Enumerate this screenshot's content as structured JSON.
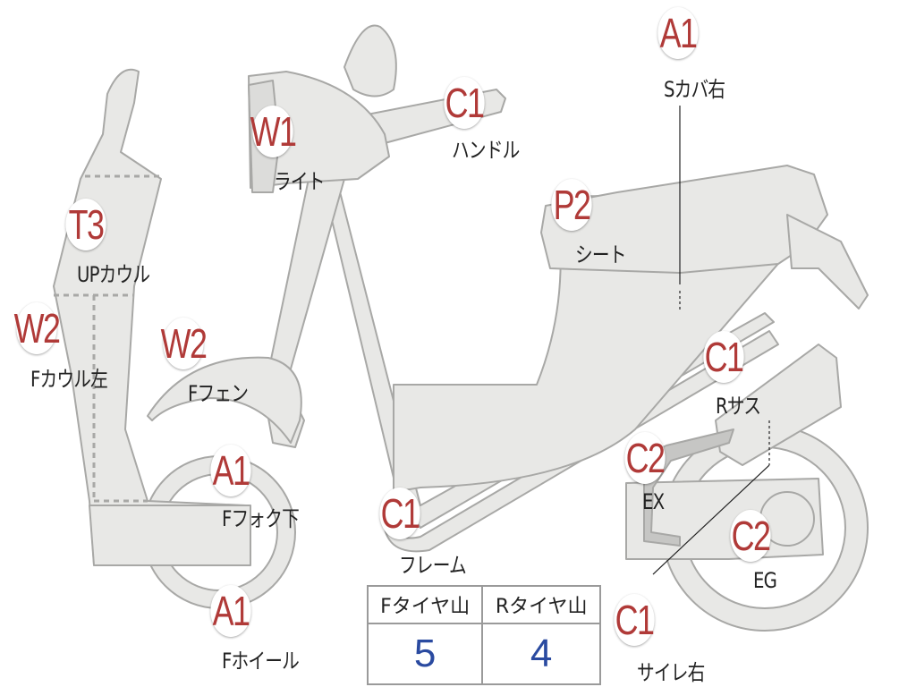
{
  "colors": {
    "body_fill": "#e8e8e6",
    "outline": "#a8a8a6",
    "badge_text": "#b03a38",
    "tire_value": "#2a4aa0"
  },
  "parts": [
    {
      "id": "s-cover-right",
      "grade": "A1",
      "label": "Sカバ右"
    },
    {
      "id": "handle",
      "grade": "C1",
      "label": "ハンドル"
    },
    {
      "id": "light",
      "grade": "W1",
      "label": "ライト"
    },
    {
      "id": "seat",
      "grade": "P2",
      "label": "シート"
    },
    {
      "id": "up-cowl",
      "grade": "T3",
      "label": "UPカウル"
    },
    {
      "id": "f-cowl-left",
      "grade": "W2",
      "label": "Fカウル左"
    },
    {
      "id": "f-fender",
      "grade": "W2",
      "label": "Fフェン"
    },
    {
      "id": "r-suspension",
      "grade": "C1",
      "label": "Rサス"
    },
    {
      "id": "exhaust",
      "grade": "C2",
      "label": "EX"
    },
    {
      "id": "f-fork-lower",
      "grade": "A1",
      "label": "Fフォク下"
    },
    {
      "id": "frame",
      "grade": "C1",
      "label": "フレーム"
    },
    {
      "id": "engine",
      "grade": "C2",
      "label": "EG"
    },
    {
      "id": "f-wheel",
      "grade": "A1",
      "label": "Fホイール"
    },
    {
      "id": "muffler-right",
      "grade": "C1",
      "label": "サイレ右"
    }
  ],
  "tire_table": {
    "headers": [
      "Fタイヤ山",
      "Rタイヤ山"
    ],
    "values": [
      "5",
      "4"
    ]
  }
}
